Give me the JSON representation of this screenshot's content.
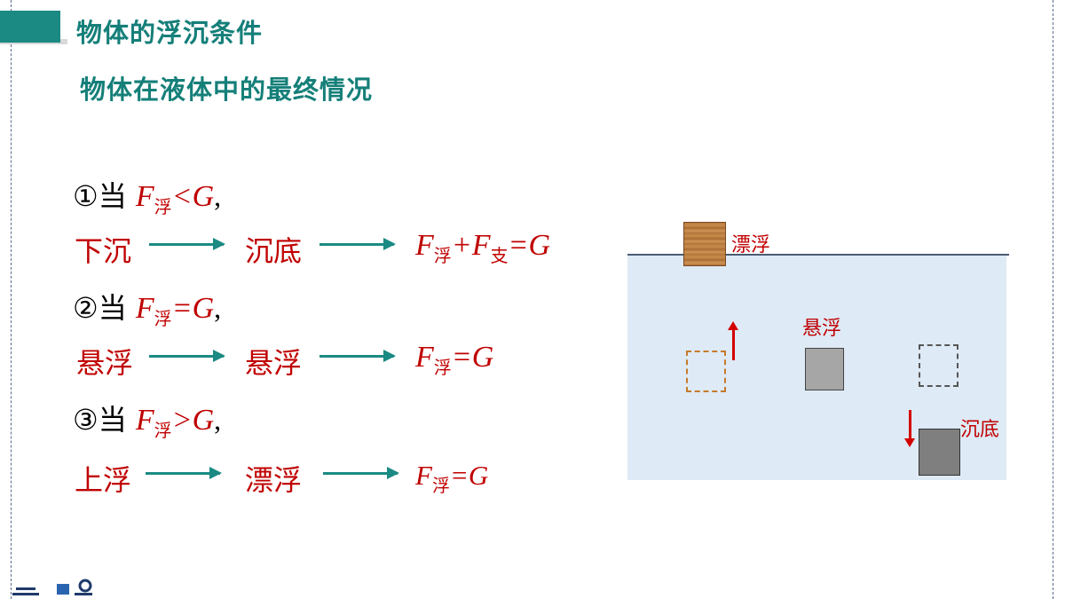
{
  "header": {
    "title": "物体的浮沉条件",
    "subtitle": "物体在液体中的最终情况"
  },
  "conditions": [
    {
      "num": "①当",
      "F": "F",
      "sub": "浮",
      "rel": "<G",
      "comma": ","
    },
    {
      "num": "②当",
      "F": "F",
      "sub": "浮",
      "rel": "=G",
      "comma": ","
    },
    {
      "num": "③当",
      "F": "F",
      "sub": "浮",
      "rel": ">G",
      "comma": ","
    }
  ],
  "processes": [
    {
      "process": "下沉",
      "final": "沉底",
      "r_F1": "F",
      "r_sub1": "浮",
      "r_plus": "+F",
      "r_sub2": "支",
      "r_rest": "=G"
    },
    {
      "process": "悬浮",
      "final": "悬浮",
      "r_F1": "F",
      "r_sub1": "浮",
      "r_rest": "=G"
    },
    {
      "process": "上浮",
      "final": "漂浮",
      "r_F1": "F",
      "r_sub1": "浮",
      "r_rest": "=G"
    }
  ],
  "diagram": {
    "label_float": "漂浮",
    "label_suspend": "悬浮",
    "label_sink": "沉底"
  },
  "colors": {
    "accent": "#1b8a83",
    "red": "#c00000",
    "water": "#deeaf5"
  }
}
